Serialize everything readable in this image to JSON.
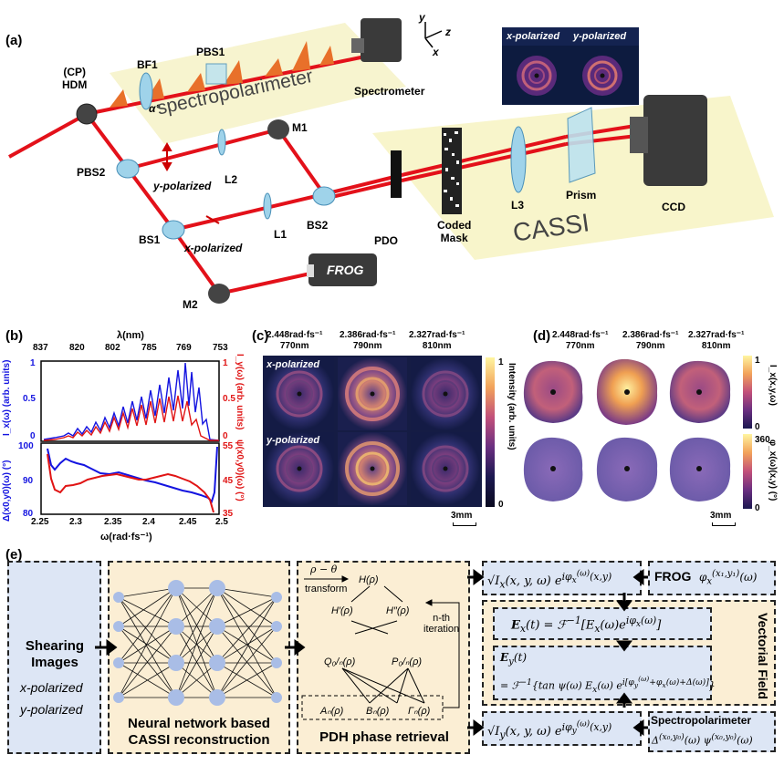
{
  "panel_a": {
    "letter": "(a)",
    "labels": {
      "cp_hdm": "(CP)\nHDM",
      "bf1": "BF1",
      "pbs1": "PBS1",
      "alpha": "α°",
      "spectropolarimeter": "spectropolarimeter",
      "spectrometer": "Spectrometer",
      "m1": "M1",
      "pbs2": "PBS2",
      "y_polarized": "y-polarized",
      "l2": "L2",
      "bs2": "BS2",
      "pdo": "PDO",
      "coded_mask": "Coded\nMask",
      "l3": "L3",
      "prism": "Prism",
      "ccd": "CCD",
      "cassi": "CASSI",
      "bs1": "BS1",
      "x_polarized": "x-polarized",
      "l1": "L1",
      "frog": "FROG",
      "m2": "M2",
      "axis_y": "y",
      "axis_z": "z",
      "axis_x": "x",
      "inset_x": "x-polarized",
      "inset_y": "y-polarized"
    }
  },
  "panel_b": {
    "letter": "(b)",
    "top_axis_title": "λ(nm)",
    "top_ticks": [
      "837",
      "820",
      "802",
      "785",
      "769",
      "753"
    ],
    "upper_left_label": "I_x(ω) (arb. units)",
    "upper_right_label": "I_y(ω) (arb. units)",
    "upper_left_ticks": [
      "1",
      "0.5",
      "0"
    ],
    "upper_right_ticks": [
      "1",
      "0.5",
      "0"
    ],
    "lower_left_label": "Δ(x0,y0)(ω) (°)",
    "lower_right_label": "ψ(x0,y0)(ω) (°)",
    "lower_left_ticks": [
      "100",
      "90",
      "80"
    ],
    "lower_right_ticks": [
      "55",
      "45",
      "35"
    ],
    "x_ticks": [
      "2.25",
      "2.3",
      "2.35",
      "2.4",
      "2.45",
      "2.5"
    ],
    "x_axis_title": "ω(rad·fs⁻¹)"
  },
  "panel_c": {
    "letter": "(c)",
    "columns": [
      "2.448rad·fs⁻¹\n770nm",
      "2.386rad·fs⁻¹\n790nm",
      "2.327rad·fs⁻¹\n810nm"
    ],
    "row_x": "x-polarized",
    "row_y": "y-polarized",
    "colorbar_label": "Intensity (arb. units)",
    "colorbar_ticks": [
      "1",
      "0"
    ],
    "scalebar": "3mm"
  },
  "panel_d": {
    "letter": "(d)",
    "columns": [
      "2.448rad·fs⁻¹\n770nm",
      "2.386rad·fs⁻¹\n790nm",
      "2.327rad·fs⁻¹\n810nm"
    ],
    "colorbar1_label": "I_x(x,y,ω)",
    "colorbar1_ticks": [
      "1",
      "0"
    ],
    "colorbar2_label": "φ_x(ω)(x,y) (°)",
    "colorbar2_ticks": [
      "360",
      "0"
    ],
    "scalebar": "3mm"
  },
  "panel_e": {
    "letter": "(e)",
    "shearing_title": "Shearing\nImages",
    "shearing_x": "x-polarized",
    "shearing_y": "y-polarized",
    "nn_title": "Neural network based\nCASSI reconstruction",
    "pdh_title": "PDH phase retrieval",
    "rho_theta": "ρ − θ",
    "transform": "transform",
    "nth": "n-th\niteration",
    "frog": "FROG",
    "spectropolarimeter": "Spectropolarimeter",
    "vectorial": "Vectorial Field"
  },
  "colors": {
    "beam": "#e3111a",
    "spectro_bg": "#f7f4cf",
    "cassi_bg": "#f8f5cb",
    "nn_bg": "#fbeed4",
    "blue_box": "#dde6f5",
    "node": "#a9bde6",
    "curve_blue": "#1414e0",
    "curve_red": "#e01414"
  }
}
